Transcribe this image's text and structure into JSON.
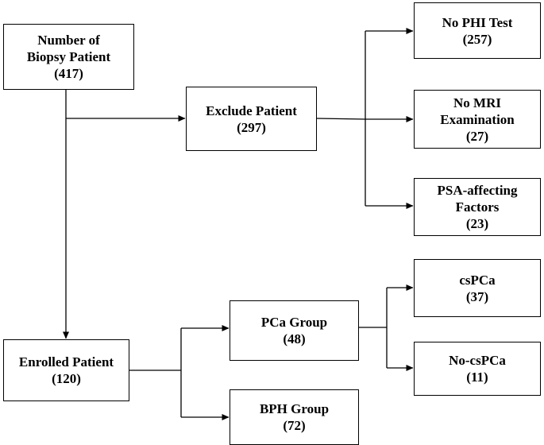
{
  "flowchart": {
    "biopsy": {
      "line1": "Number of",
      "line2": "Biopsy Patient",
      "count": "(417)"
    },
    "exclude": {
      "line1": "Exclude Patient",
      "count": "(297)"
    },
    "no_phi": {
      "line1": "No PHI Test",
      "count": "(257)"
    },
    "no_mri": {
      "line1": "No MRI",
      "line2": "Examination",
      "count": "(27)"
    },
    "psa": {
      "line1": "PSA-affecting",
      "line2": "Factors",
      "count": "(23)"
    },
    "enrolled": {
      "line1": "Enrolled Patient",
      "count": "(120)"
    },
    "pca": {
      "line1": "PCa Group",
      "count": "(48)"
    },
    "bph": {
      "line1": "BPH Group",
      "count": "(72)"
    },
    "cspca": {
      "line1": "csPCa",
      "count": "(37)"
    },
    "no_cspca": {
      "line1": "No-csPCa",
      "count": "(11)"
    }
  },
  "colors": {
    "line": "#000000",
    "box_border": "#000000",
    "text": "#000000",
    "background": "#ffffff"
  }
}
